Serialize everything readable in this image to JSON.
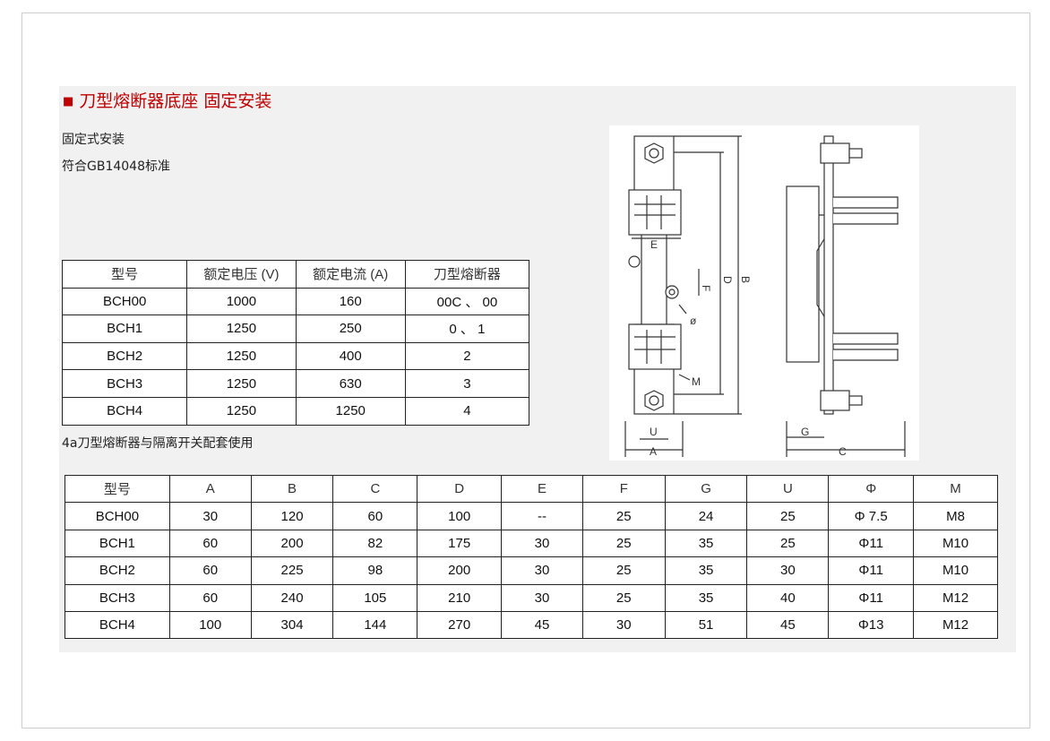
{
  "title": {
    "bullet": "■",
    "text": "刀型熔断器底座 固定安装"
  },
  "descriptions": [
    "固定式安装",
    "符合GB14048标准"
  ],
  "note": "4a刀型熔断器与隔离开关配套使用",
  "table1": {
    "headers": [
      "型号",
      "额定电压 (V)",
      "额定电流 (A)",
      "刀型熔断器"
    ],
    "rows": [
      [
        "BCH00",
        "1000",
        "160",
        "00C 、 00"
      ],
      [
        "BCH1",
        "1250",
        "250",
        "0 、 1"
      ],
      [
        "BCH2",
        "1250",
        "400",
        "2"
      ],
      [
        "BCH3",
        "1250",
        "630",
        "3"
      ],
      [
        "BCH4",
        "1250",
        "1250",
        "4"
      ]
    ]
  },
  "table2": {
    "headers": [
      "型号",
      "A",
      "B",
      "C",
      "D",
      "E",
      "F",
      "G",
      "U",
      "Φ",
      "M"
    ],
    "rows": [
      [
        "BCH00",
        "30",
        "120",
        "60",
        "100",
        "--",
        "25",
        "24",
        "25",
        "Φ 7.5",
        "M8"
      ],
      [
        "BCH1",
        "60",
        "200",
        "82",
        "175",
        "30",
        "25",
        "35",
        "25",
        "Φ11",
        "M10"
      ],
      [
        "BCH2",
        "60",
        "225",
        "98",
        "200",
        "30",
        "25",
        "35",
        "30",
        "Φ11",
        "M10"
      ],
      [
        "BCH3",
        "60",
        "240",
        "105",
        "210",
        "30",
        "25",
        "35",
        "40",
        "Φ11",
        "M12"
      ],
      [
        "BCH4",
        "100",
        "304",
        "144",
        "270",
        "45",
        "30",
        "51",
        "45",
        "Φ13",
        "M12"
      ]
    ]
  },
  "diagram": {
    "labels": {
      "E": "E",
      "F": "F",
      "D": "D",
      "B": "B",
      "phi": "ø",
      "M": "M",
      "U": "U",
      "A": "A",
      "G": "G",
      "C": "C"
    }
  },
  "colors": {
    "title": "#c00000",
    "panel": "#f1f1f1",
    "border": "#222222"
  }
}
